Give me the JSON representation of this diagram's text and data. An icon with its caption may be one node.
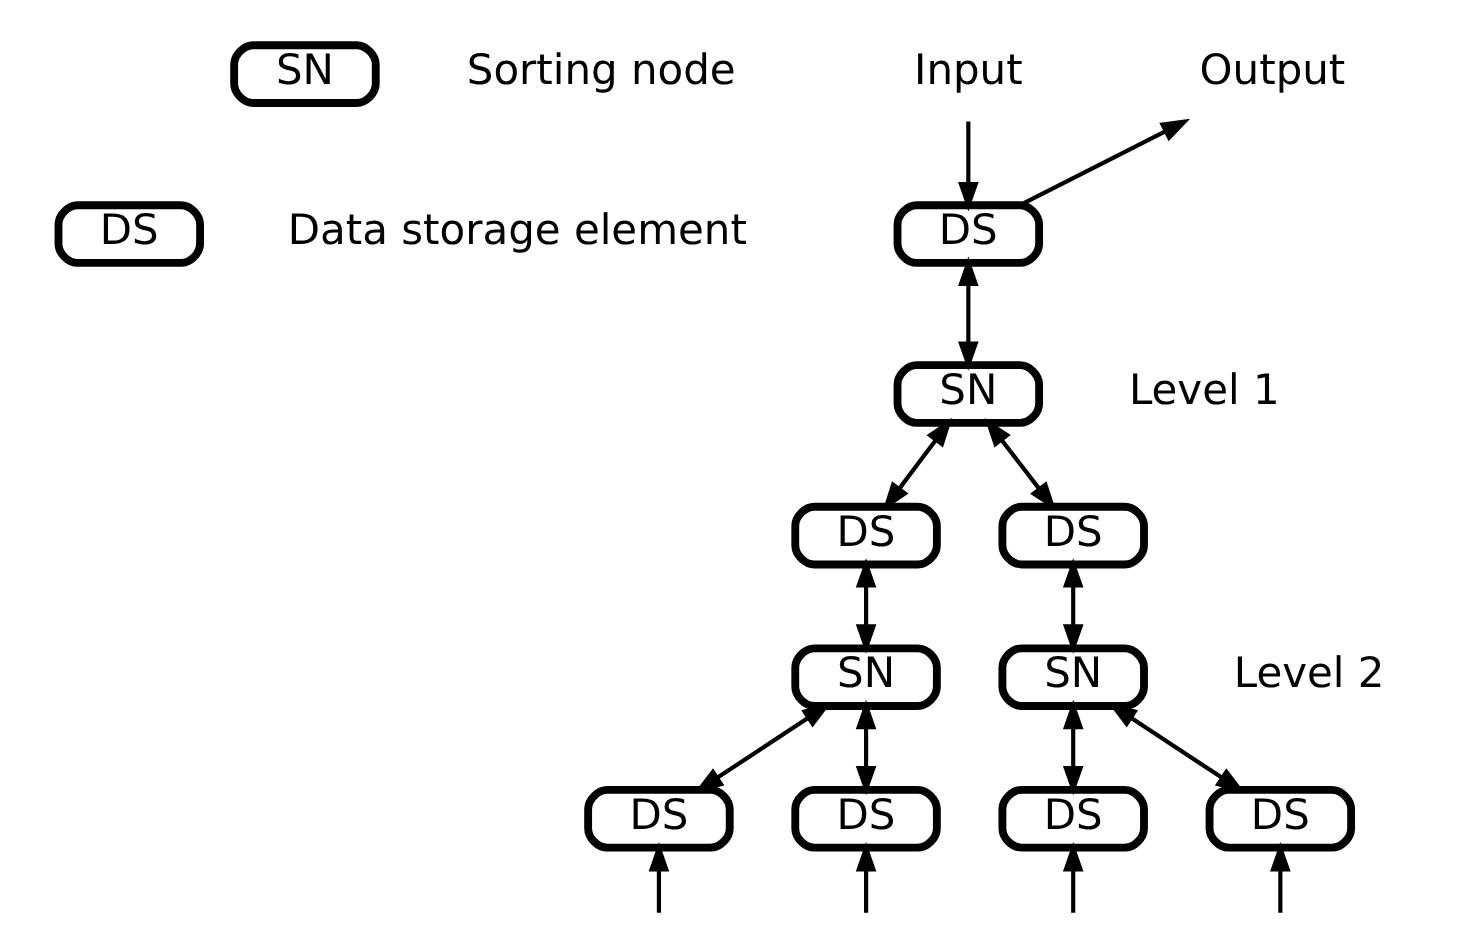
{
  "diagram": {
    "nodes": [
      {
        "text": [
          "SN"
        ],
        "beside": [
          "Sorting node"
        ]
      },
      {
        "text": [
          "DS"
        ],
        "beside": [
          "Data storage element"
        ]
      },
      {
        "text": [
          "Input"
        ]
      },
      {
        "text": [
          "DS"
        ]
      },
      {
        "text": [
          "Output"
        ]
      },
      {
        "text": [
          "SN"
        ],
        "beside": [
          "Level 1"
        ]
      },
      {
        "text": [
          "DS"
        ]
      },
      {
        "text": [
          "DS"
        ]
      },
      {
        "text": [
          "SN"
        ]
      },
      {
        "text": [
          "SN"
        ],
        "beside": [
          "Level 2"
        ]
      },
      {
        "text": [
          "DS"
        ]
      },
      {
        "text": [
          "DS"
        ]
      },
      {
        "text": [
          "DS"
        ]
      },
      {
        "text": [
          "DS"
        ]
      }
    ],
    "edges": [
      {
        "from": 2,
        "to": 3,
        "arrow": "to"
      },
      {
        "from": 3,
        "to": 4,
        "arrow": "to"
      },
      {
        "from": 3,
        "to": 5,
        "arrow": "both"
      },
      {
        "from": 5,
        "to": 6,
        "arrow": "both"
      },
      {
        "from": 5,
        "to": 7,
        "arrow": "both"
      },
      {
        "from": 6,
        "to": 8,
        "arrow": "both"
      },
      {
        "from": 7,
        "to": 9,
        "arrow": "both"
      },
      {
        "from": 8,
        "to": 10,
        "arrow": "both"
      },
      {
        "from": 8,
        "to": 11,
        "arrow": "both"
      },
      {
        "from": 9,
        "to": 12,
        "arrow": "both"
      },
      {
        "from": 9,
        "to": 13,
        "arrow": "both"
      },
      {
        "from": null,
        "to": 10,
        "arrow": "to"
      },
      {
        "from": null,
        "to": 11,
        "arrow": "to"
      },
      {
        "from": null,
        "to": 12,
        "arrow": "to"
      },
      {
        "from": null,
        "to": 13,
        "arrow": "to"
      }
    ]
  }
}
